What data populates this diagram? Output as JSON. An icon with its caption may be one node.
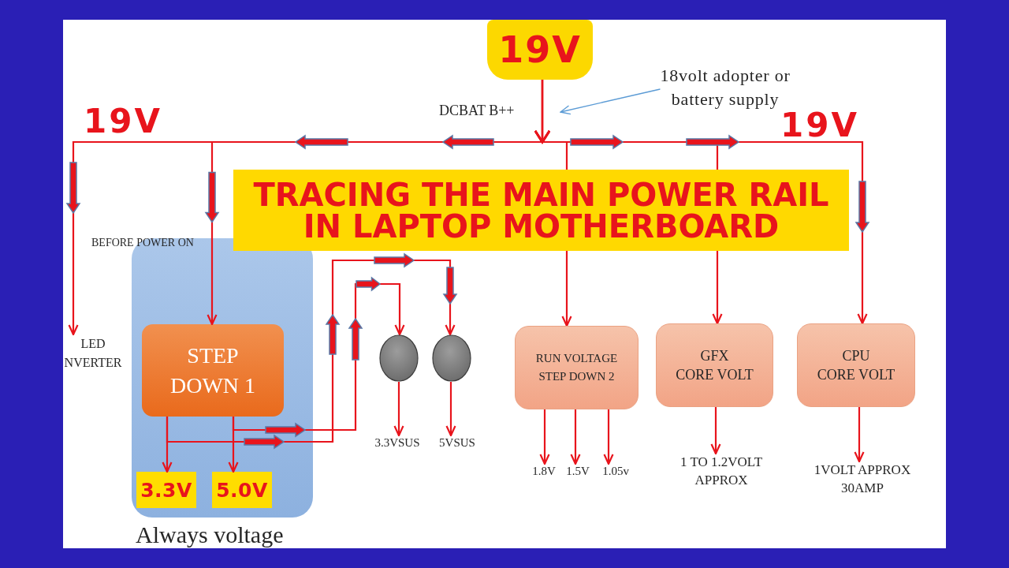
{
  "diagram": {
    "title": "TRACING THE MAIN POWER RAIL IN LAPTOP MOTHERBOARD",
    "nodes": [
      {
        "text": [
          "19V"
        ]
      },
      {
        "text": [
          "18volt adopter or battery supply"
        ]
      },
      {
        "text": [
          "LED NVERTER"
        ]
      },
      {
        "text": [
          "BEFORE POWER ON"
        ],
        "beside": [
          "Always voltage"
        ]
      },
      {
        "text": [
          "STEP DOWN 1"
        ],
        "in": 3
      },
      {
        "text": [
          "3.3V"
        ],
        "in": 3
      },
      {
        "text": [
          "5.0V"
        ],
        "in": 3
      },
      {
        "text": [],
        "shape": "circle"
      },
      {
        "text": [],
        "shape": "circle"
      },
      {
        "text": [
          "3.3VSUS"
        ]
      },
      {
        "text": [
          "5VSUS"
        ]
      },
      {
        "text": [
          "RUN VOLTAGE STEP DOWN 2"
        ]
      },
      {
        "text": [
          "GFX CORE VOLT"
        ]
      },
      {
        "text": [
          "CPU CORE VOLT"
        ]
      },
      {
        "text": [
          "1.8V"
        ]
      },
      {
        "text": [
          "1.5V"
        ]
      },
      {
        "text": [
          "1.05v"
        ]
      },
      {
        "text": [
          "1 TO 1.2VOLT APPROX"
        ]
      },
      {
        "text": [
          "1VOLT APPROX 30AMP"
        ]
      }
    ],
    "edges": [
      {
        "from": 0,
        "to": 2,
        "arrow": "to"
      },
      {
        "from": 0,
        "to": 4,
        "arrow": "to"
      },
      {
        "from": 0,
        "to": 11,
        "arrow": "to"
      },
      {
        "from": 0,
        "to": 12,
        "arrow": "to"
      },
      {
        "from": 0,
        "to": 13,
        "arrow": "to"
      },
      {
        "from": 1,
        "to": null,
        "arrow": "to",
        "color": "#5b9bd5"
      },
      {
        "from": 4,
        "to": 5,
        "arrow": "to"
      },
      {
        "from": 4,
        "to": 6,
        "arrow": "to"
      },
      {
        "from": 4,
        "to": 7,
        "arrow": "to"
      },
      {
        "from": 4,
        "to": 8,
        "arrow": "to"
      },
      {
        "from": 7,
        "to": 9,
        "arrow": "to"
      },
      {
        "from": 8,
        "to": 10,
        "arrow": "to"
      },
      {
        "from": 11,
        "to": 14,
        "arrow": "to"
      },
      {
        "from": 11,
        "to": 15,
        "arrow": "to"
      },
      {
        "from": 11,
        "to": 16,
        "arrow": "to"
      },
      {
        "from": 12,
        "to": 17,
        "arrow": "to"
      },
      {
        "from": 13,
        "to": 18,
        "arrow": "to"
      }
    ],
    "labels": [
      "19V",
      "DCBAT B++",
      "19V"
    ]
  }
}
